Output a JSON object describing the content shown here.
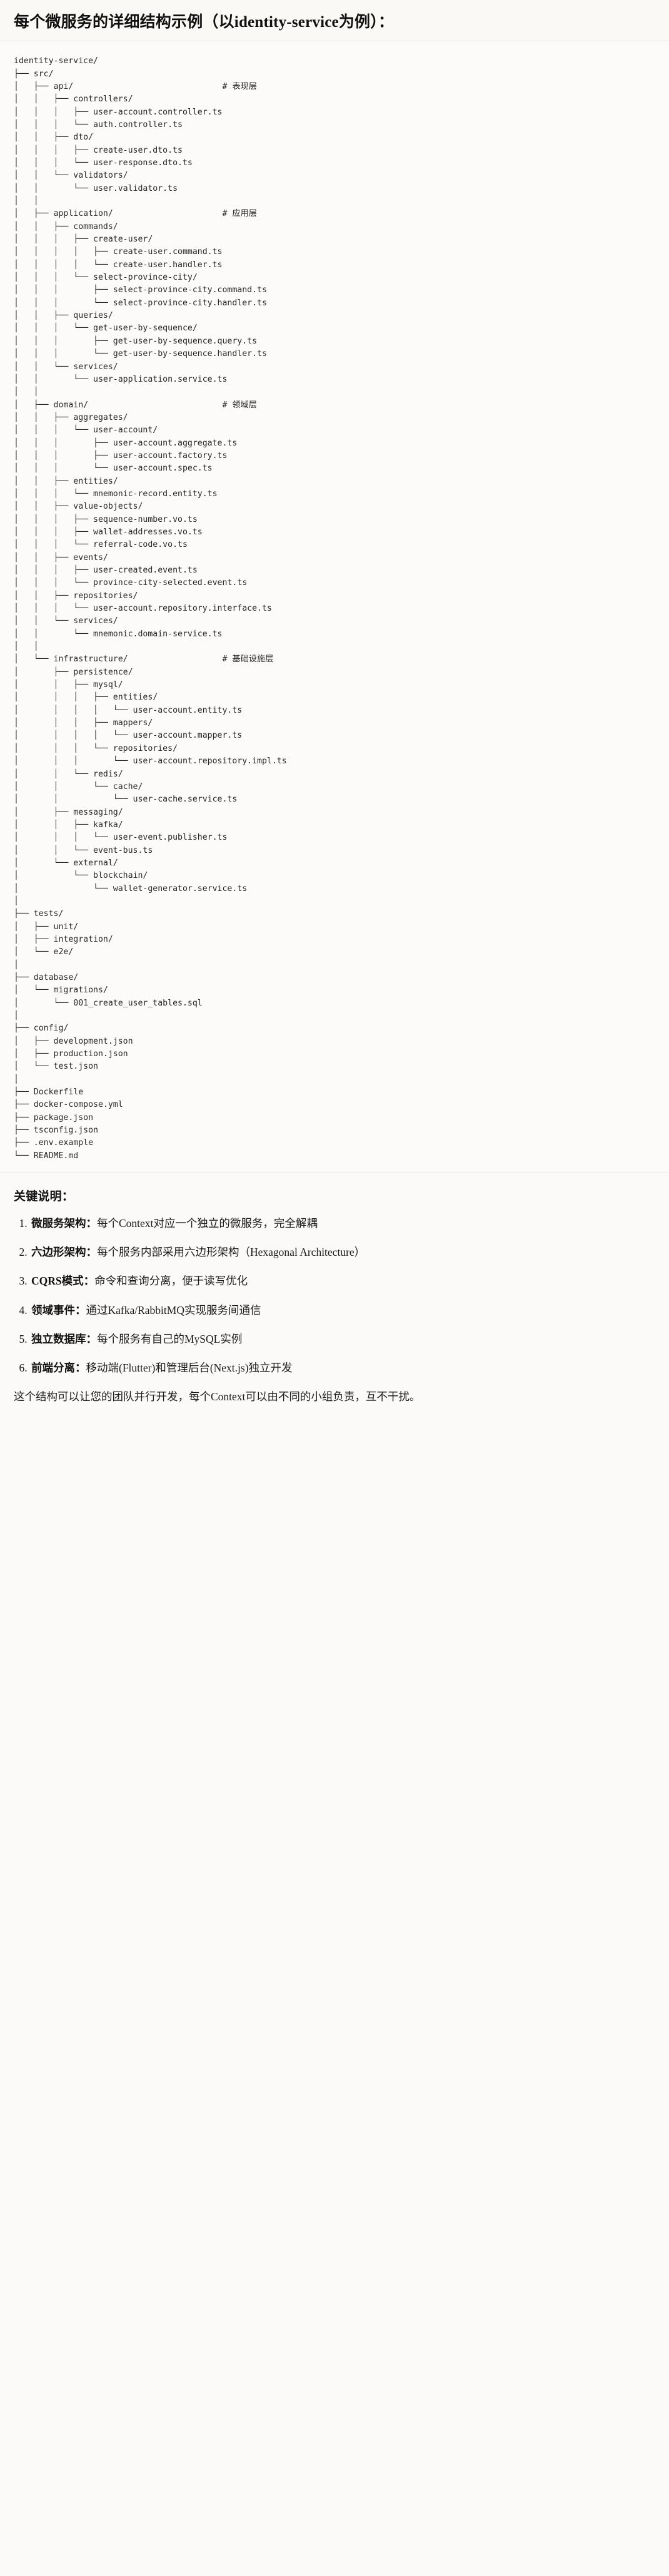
{
  "header": {
    "title": "每个微服务的详细结构示例（以identity-service为例）："
  },
  "tree": {
    "root": "identity-service/",
    "text": "identity-service/\n├── src/\n│   ├── api/                              # 表现层\n│   │   ├── controllers/\n│   │   │   ├── user-account.controller.ts\n│   │   │   └── auth.controller.ts\n│   │   ├── dto/\n│   │   │   ├── create-user.dto.ts\n│   │   │   └── user-response.dto.ts\n│   │   └── validators/\n│   │       └── user.validator.ts\n│   │\n│   ├── application/                      # 应用层\n│   │   ├── commands/\n│   │   │   ├── create-user/\n│   │   │   │   ├── create-user.command.ts\n│   │   │   │   └── create-user.handler.ts\n│   │   │   └── select-province-city/\n│   │   │       ├── select-province-city.command.ts\n│   │   │       └── select-province-city.handler.ts\n│   │   ├── queries/\n│   │   │   └── get-user-by-sequence/\n│   │   │       ├── get-user-by-sequence.query.ts\n│   │   │       └── get-user-by-sequence.handler.ts\n│   │   └── services/\n│   │       └── user-application.service.ts\n│   │\n│   ├── domain/                           # 领域层\n│   │   ├── aggregates/\n│   │   │   └── user-account/\n│   │   │       ├── user-account.aggregate.ts\n│   │   │       ├── user-account.factory.ts\n│   │   │       └── user-account.spec.ts\n│   │   ├── entities/\n│   │   │   └── mnemonic-record.entity.ts\n│   │   ├── value-objects/\n│   │   │   ├── sequence-number.vo.ts\n│   │   │   ├── wallet-addresses.vo.ts\n│   │   │   └── referral-code.vo.ts\n│   │   ├── events/\n│   │   │   ├── user-created.event.ts\n│   │   │   └── province-city-selected.event.ts\n│   │   ├── repositories/\n│   │   │   └── user-account.repository.interface.ts\n│   │   └── services/\n│   │       └── mnemonic.domain-service.ts\n│   │\n│   └── infrastructure/                   # 基础设施层\n│       ├── persistence/\n│       │   ├── mysql/\n│       │   │   ├── entities/\n│       │   │   │   └── user-account.entity.ts\n│       │   │   ├── mappers/\n│       │   │   │   └── user-account.mapper.ts\n│       │   │   └── repositories/\n│       │   │       └── user-account.repository.impl.ts\n│       │   └── redis/\n│       │       └── cache/\n│       │           └── user-cache.service.ts\n│       ├── messaging/\n│       │   ├── kafka/\n│       │   │   └── user-event.publisher.ts\n│       │   └── event-bus.ts\n│       └── external/\n│           └── blockchain/\n│               └── wallet-generator.service.ts\n│\n├── tests/\n│   ├── unit/\n│   ├── integration/\n│   └── e2e/\n│\n├── database/\n│   └── migrations/\n│       └── 001_create_user_tables.sql\n│\n├── config/\n│   ├── development.json\n│   ├── production.json\n│   └── test.json\n│\n├── Dockerfile\n├── docker-compose.yml\n├── package.json\n├── tsconfig.json\n├── .env.example\n└── README.md",
    "layer_comments": [
      {
        "target": "api/",
        "comment": "# 表现层"
      },
      {
        "target": "application/",
        "comment": "# 应用层"
      },
      {
        "target": "domain/",
        "comment": "# 领域层"
      },
      {
        "target": "infrastructure/",
        "comment": "# 基础设施层"
      }
    ]
  },
  "notes": {
    "title": "关键说明：",
    "items": [
      {
        "term": "微服务架构",
        "sep": "：",
        "desc": "每个Context对应一个独立的微服务，完全解耦"
      },
      {
        "term": "六边形架构",
        "sep": "：",
        "desc": "每个服务内部采用六边形架构（Hexagonal Architecture）"
      },
      {
        "term": "CQRS模式",
        "sep": "：",
        "desc": "命令和查询分离，便于读写优化"
      },
      {
        "term": "领域事件",
        "sep": "：",
        "desc": "通过Kafka/RabbitMQ实现服务间通信"
      },
      {
        "term": "独立数据库",
        "sep": "：",
        "desc": "每个服务有自己的MySQL实例"
      },
      {
        "term": "前端分离",
        "sep": "：",
        "desc": "移动端(Flutter)和管理后台(Next.js)独立开发"
      }
    ],
    "closing": "这个结构可以让您的团队并行开发，每个Context可以由不同的小组负责，互不干扰。"
  }
}
